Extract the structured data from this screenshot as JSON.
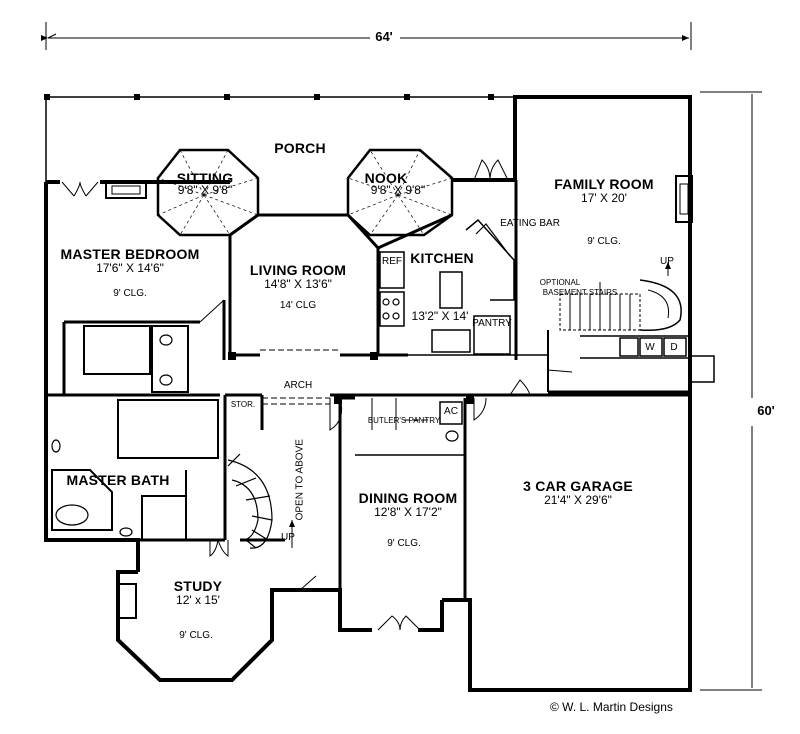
{
  "dimensions": {
    "width": "64'",
    "depth": "60'"
  },
  "rooms": {
    "porch": {
      "name": "PORCH"
    },
    "sitting": {
      "name": "SITTING",
      "size": "9'8\" X 9'8\""
    },
    "nook": {
      "name": "NOOK",
      "size": "9'8\" X 9'8\""
    },
    "family_room": {
      "name": "FAMILY ROOM",
      "size": "17' X 20'",
      "ceiling": "9' CLG."
    },
    "master_bedroom": {
      "name": "MASTER BEDROOM",
      "size": "17'6\" X 14'6\"",
      "ceiling": "9' CLG."
    },
    "living_room": {
      "name": "LIVING ROOM",
      "size": "14'8\" X 13'6\"",
      "ceiling": "14' CLG"
    },
    "kitchen": {
      "name": "KITCHEN",
      "size": "13'2\" X 14'"
    },
    "master_bath": {
      "name": "MASTER BATH"
    },
    "dining_room": {
      "name": "DINING ROOM",
      "size": "12'8\" X 17'2\"",
      "ceiling": "9' CLG."
    },
    "garage": {
      "name": "3 CAR GARAGE",
      "size": "21'4\" X 29'6\""
    },
    "study": {
      "name": "STUDY",
      "size": "12' x 15'",
      "ceiling": "9' CLG."
    }
  },
  "notes": {
    "eating_bar": "EATING BAR",
    "ref": "REF",
    "pantry": "PANTRY",
    "optional_stairs_1": "OPTIONAL",
    "optional_stairs_2": "BASEMENT STAIRS",
    "up_family": "UP",
    "washer": "W",
    "dryer": "D",
    "arch": "ARCH",
    "stor": "STOR.",
    "butlers_pantry": "BUTLER'S PANTRY",
    "ac": "AC",
    "open_to_above": "OPEN TO ABOVE",
    "up_stair": "UP"
  },
  "copyright": "© W. L. Martin Designs"
}
